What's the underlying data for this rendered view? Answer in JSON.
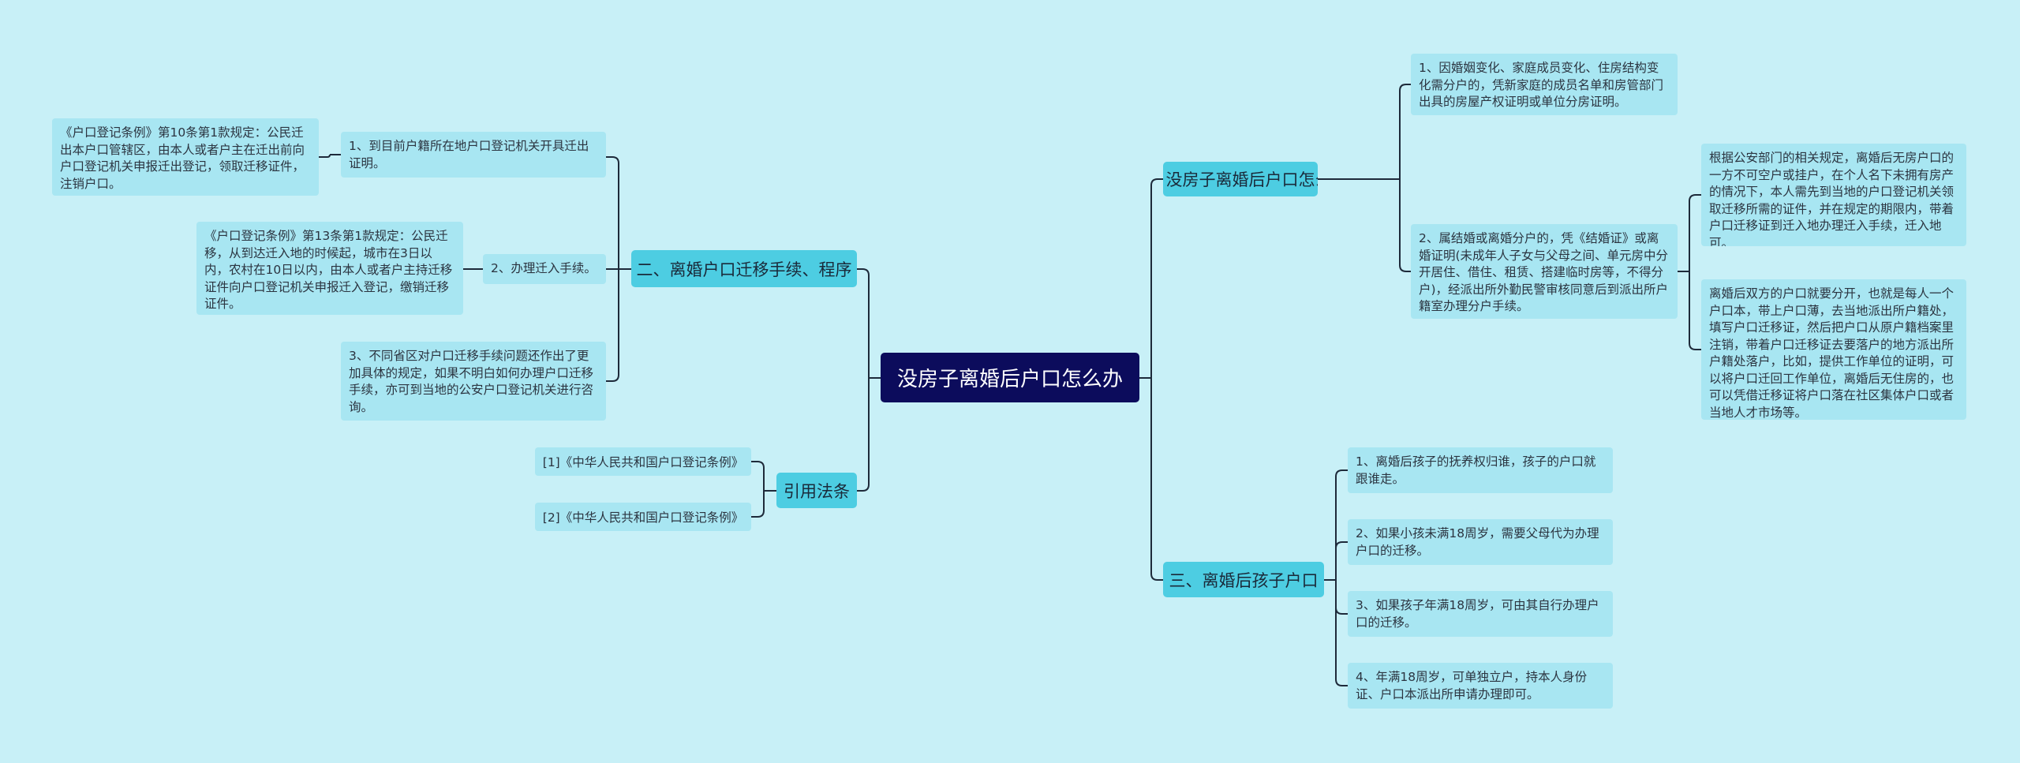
{
  "root": {
    "label": "没房子离婚后户口怎么办"
  },
  "branches": {
    "b1": {
      "label": "一、没房子离婚后户口怎么办",
      "items": [
        {
          "text": "1、因婚姻变化、家庭成员变化、住房结构变化需分户的，凭新家庭的成员名单和房管部门出具的房屋产权证明或单位分房证明。"
        },
        {
          "text": "2、属结婚或离婚分户的，凭《结婚证》或离婚证明(未成年人子女与父母之间、单元房中分开居住、借住、租赁、搭建临时房等，不得分户)，经派出所外勤民警审核同意后到派出所户籍室办理分户手续。"
        }
      ],
      "sub_items": [
        {
          "text": "根据公安部门的相关规定，离婚后无房户口的一方不可空户或挂户，在个人名下未拥有房产的情况下，本人需先到当地的户口登记机关领取迁移所需的证件，并在规定的期限内，带着户口迁移证到迁入地办理迁入手续，迁入地可。"
        },
        {
          "text": "离婚后双方的户口就要分开，也就是每人一个户口本，带上户口薄，去当地派出所户籍处，填写户口迁移证，然后把户口从原户籍档案里注销，带着户口迁移证去要落户的地方派出所户籍处落户，比如，提供工作单位的证明，可以将户口迁回工作单位，离婚后无住房的，也可以凭借迁移证将户口落在社区集体户口或者当地人才市场等。"
        }
      ]
    },
    "b2": {
      "label": "二、离婚户口迁移手续、程序",
      "items": [
        {
          "text": "1、到目前户籍所在地户口登记机关开具迁出证明。"
        },
        {
          "text": "2、办理迁入手续。"
        },
        {
          "text": "3、不同省区对户口迁移手续问题还作出了更加具体的规定，如果不明白如何办理户口迁移手续，亦可到当地的公安户口登记机关进行咨询。"
        }
      ],
      "sub_items": [
        {
          "text": "《户口登记条例》第10条第1款规定：公民迁出本户口管辖区，由本人或者户主在迁出前向户口登记机关申报迁出登记，领取迁移证件，注销户口。"
        },
        {
          "text": "《户口登记条例》第13条第1款规定：公民迁移，从到达迁入地的时候起，城市在3日以内，农村在10日以内，由本人或者户主持迁移证件向户口登记机关申报迁入登记，缴销迁移证件。"
        }
      ]
    },
    "b3": {
      "label": "引用法条",
      "items": [
        {
          "text": "[1]《中华人民共和国户口登记条例》"
        },
        {
          "text": "[2]《中华人民共和国户口登记条例》"
        }
      ]
    },
    "b4": {
      "label": "三、离婚后孩子户口",
      "items": [
        {
          "text": "1、离婚后孩子的抚养权归谁，孩子的户口就跟谁走。"
        },
        {
          "text": "2、如果小孩未满18周岁，需要父母代为办理户口的迁移。"
        },
        {
          "text": "3、如果孩子年满18周岁，可由其自行办理户口的迁移。"
        },
        {
          "text": "4、年满18周岁，可单独立户，持本人身份证、户口本派出所申请办理即可。"
        }
      ]
    }
  },
  "colors": {
    "background": "#c8f0f7",
    "root_fill": "#0c0c5c",
    "main_fill": "#4dcde2",
    "leaf_fill": "#a8e6f2",
    "connector": "#1e2a3a"
  }
}
